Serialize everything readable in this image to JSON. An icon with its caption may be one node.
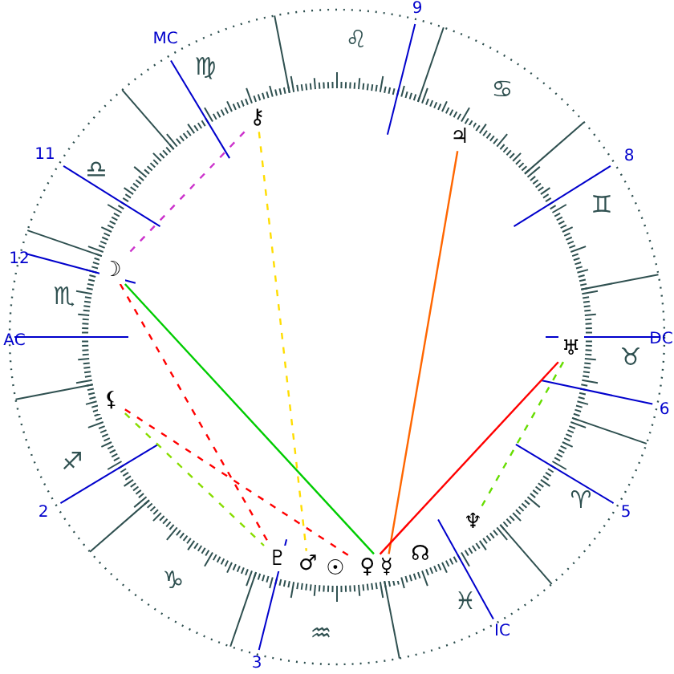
{
  "diagram": {
    "nodes": [
      {
        "text": [
          "⚷"
        ]
      },
      {
        "text": [
          "♃"
        ]
      },
      {
        "text": [
          "☽"
        ]
      },
      {
        "text": [
          "♅"
        ]
      },
      {
        "text": [
          "⚸"
        ]
      },
      {
        "text": [
          "♆"
        ]
      },
      {
        "text": [
          "♇"
        ]
      },
      {
        "text": [
          "♂"
        ]
      },
      {
        "text": [
          "☉"
        ]
      },
      {
        "text": [
          "♀"
        ]
      },
      {
        "text": [
          "☿"
        ]
      },
      {
        "text": [
          "☊"
        ]
      }
    ],
    "edges": [
      {
        "from": 0,
        "to": 2,
        "arrow": "none",
        "style": "dashed",
        "color": "#cc33cc"
      },
      {
        "from": 0,
        "to": 7,
        "arrow": "none",
        "style": "dashed",
        "color": "#ffdd00"
      },
      {
        "from": 2,
        "to": 10,
        "arrow": "none",
        "color": "#00cc00"
      },
      {
        "from": 2,
        "to": 6,
        "arrow": "none",
        "style": "dashed",
        "color": "#ff0000"
      },
      {
        "from": 4,
        "to": 9,
        "arrow": "none",
        "style": "dashed",
        "color": "#ff0000"
      },
      {
        "from": 4,
        "to": 6,
        "arrow": "none",
        "style": "dashed",
        "color": "#88dd00"
      },
      {
        "from": 1,
        "to": 10,
        "arrow": "none",
        "color": "#ff6600"
      },
      {
        "from": 3,
        "to": 9,
        "arrow": "none",
        "color": "#ff0000"
      },
      {
        "from": 3,
        "to": 5,
        "arrow": "none",
        "style": "dashed",
        "color": "#66dd00"
      }
    ],
    "labels": [
      "9",
      "MC",
      "♌",
      "♍",
      "♋",
      "11",
      "8",
      "♎",
      "♊",
      "12",
      "♏",
      "AC",
      "DC",
      "♉",
      "6",
      "♐",
      "♈",
      "2",
      "5",
      "♑",
      "♓",
      "♒",
      "IC",
      "3"
    ]
  }
}
